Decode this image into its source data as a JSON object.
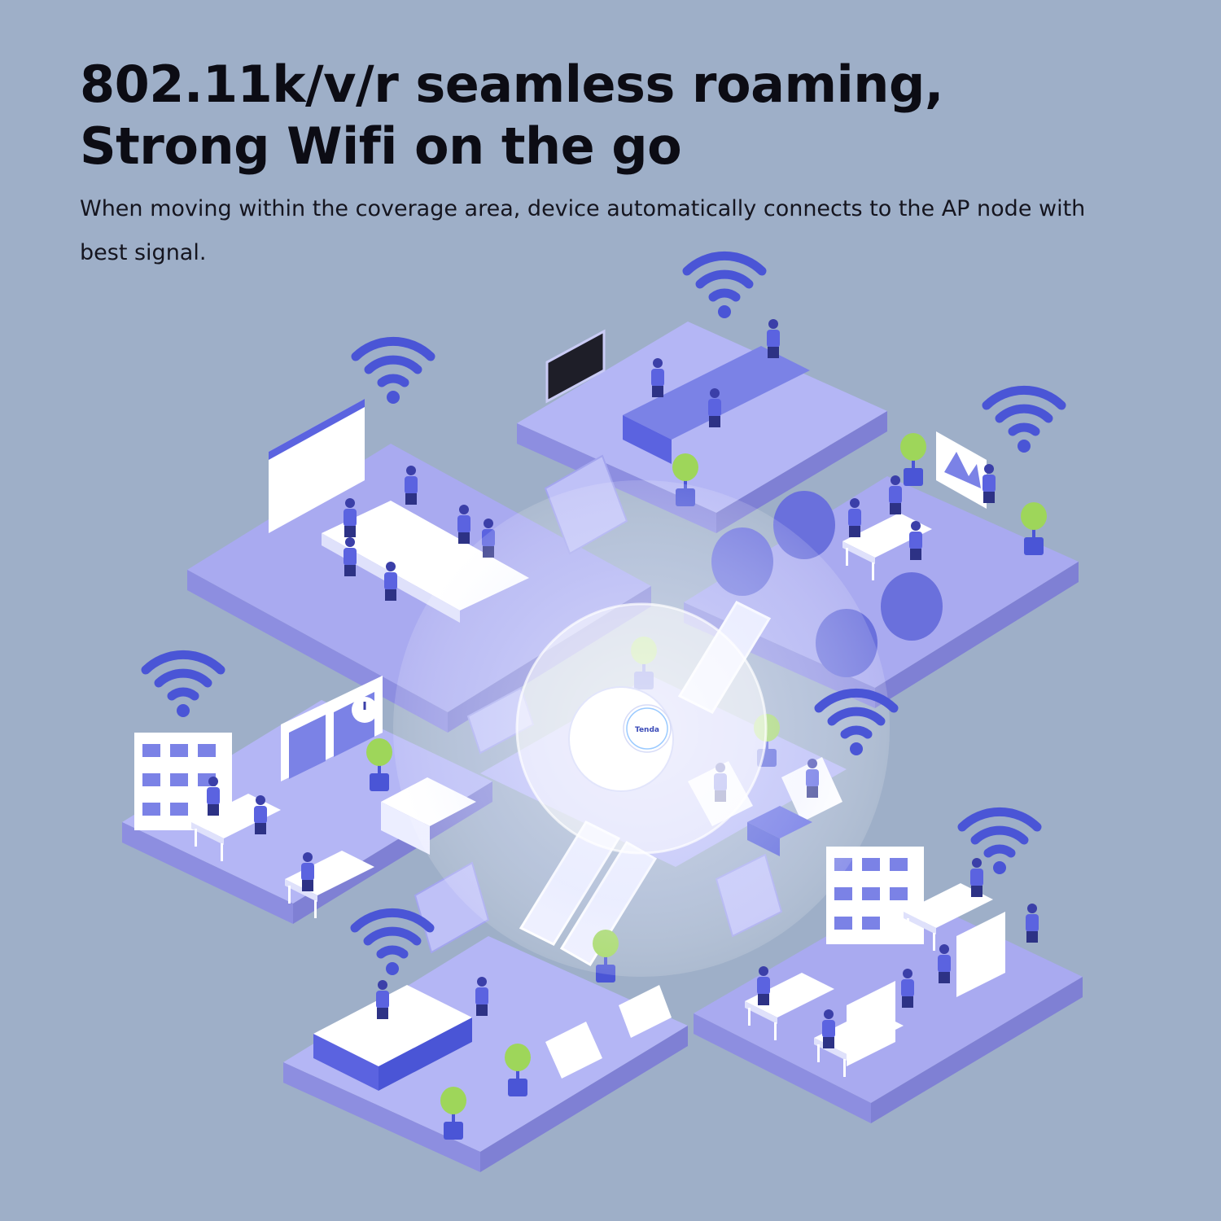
{
  "headline": {
    "line1": "802.11k/v/r seamless roaming,",
    "line2": "Strong Wifi on the go"
  },
  "subtext": "When moving within the coverage area, device automatically connects to the AP node with best signal.",
  "device": {
    "logo": "Tenda"
  },
  "colors": {
    "background": "#9eafc8",
    "floor_top": "#a9aaf0",
    "floor_side": "#8d8ee0",
    "accent_blue": "#4a55d6",
    "plant_green": "#9ed65a",
    "white": "#ffffff"
  },
  "icons": [
    "wifi-icon",
    "access-point-device",
    "plant-icon",
    "person-icon",
    "desk-icon"
  ]
}
